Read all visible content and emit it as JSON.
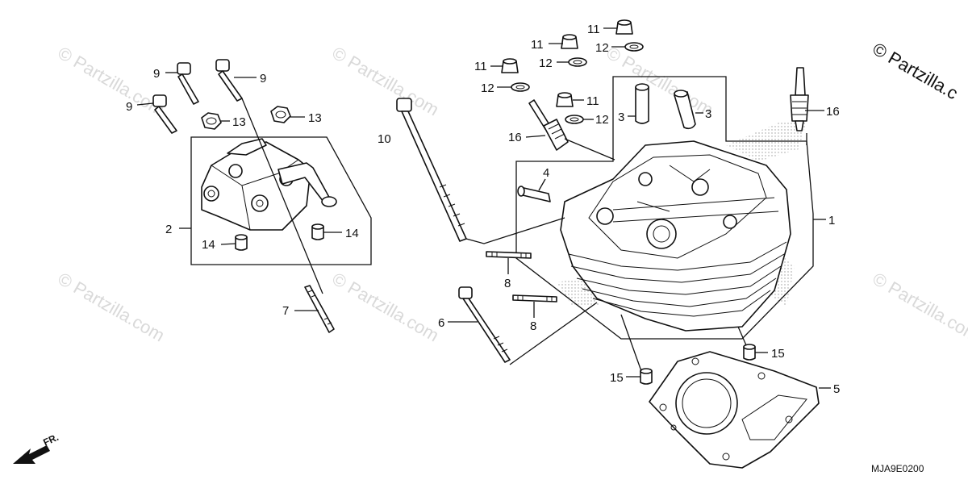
{
  "watermark_text": "© Partzilla.com",
  "copyright_text": "© Partzilla.c",
  "diagram_code": "MJA9E0200",
  "front_arrow_label": "FR.",
  "callouts": {
    "c9a": "9",
    "c9b": "9",
    "c9c": "9",
    "c13a": "13",
    "c13b": "13",
    "c2": "2",
    "c14a": "14",
    "c14b": "14",
    "c7": "7",
    "c10": "10",
    "c11a": "11",
    "c11b": "11",
    "c11c": "11",
    "c11d": "11",
    "c12a": "12",
    "c12b": "12",
    "c12c": "12",
    "c12d": "12",
    "c16a": "16",
    "c16b": "16",
    "c3a": "3",
    "c3b": "3",
    "c4": "4",
    "c1": "1",
    "c8a": "8",
    "c8b": "8",
    "c6": "6",
    "c15a": "15",
    "c15b": "15",
    "c5": "5"
  },
  "colors": {
    "ink": "#111111",
    "watermark": "#d9d9d9",
    "stipple": "#9a9a9a"
  }
}
